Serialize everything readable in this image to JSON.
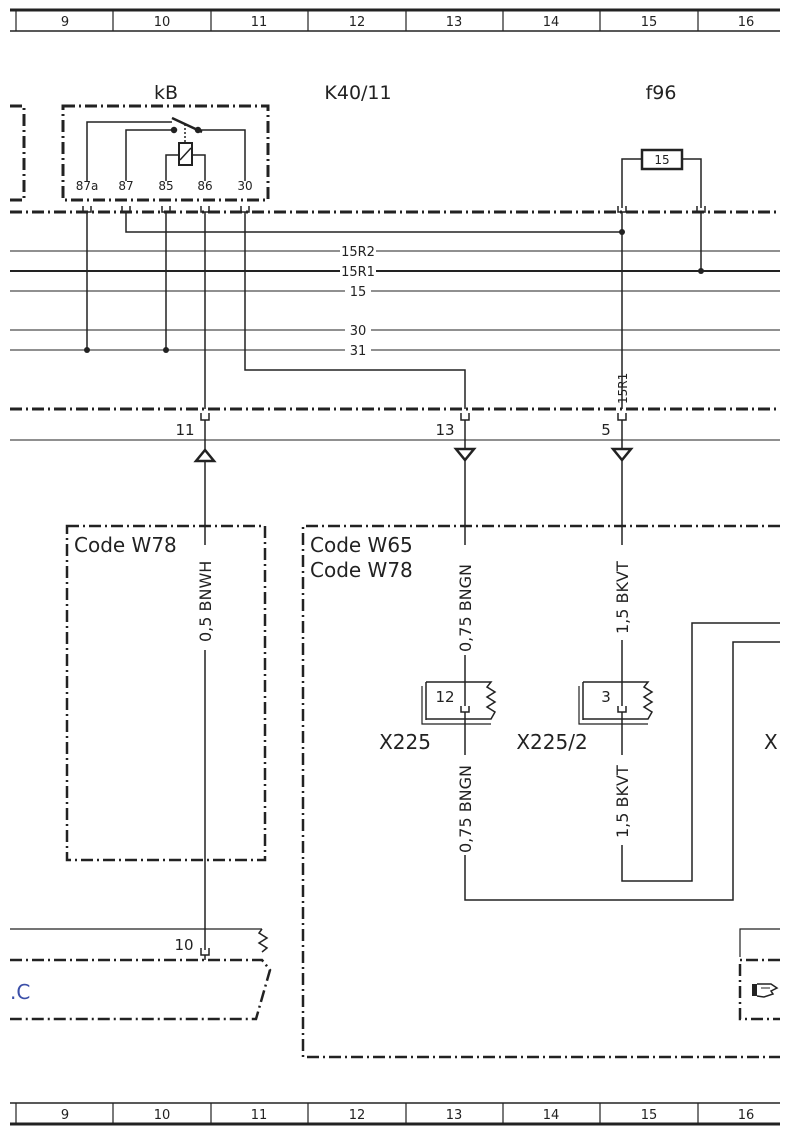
{
  "ruler": {
    "top": [
      "9",
      "10",
      "11",
      "12",
      "13",
      "14",
      "15",
      "16"
    ],
    "bottom": [
      "9",
      "10",
      "11",
      "12",
      "13",
      "14",
      "15",
      "16"
    ]
  },
  "relay": {
    "type_label": "kB",
    "component_id": "K40/11",
    "pins": [
      "87a",
      "87",
      "85",
      "86",
      "30"
    ]
  },
  "fuse": {
    "component_id": "f96",
    "rating": "15"
  },
  "bus_lines": [
    "15R2",
    "15R1",
    "15",
    "30",
    "31"
  ],
  "wire_labels": {
    "fuse_out": "15R1",
    "left_vertical": "0,5 BNWH",
    "mid_upper": "0,75 BNGN",
    "mid_lower": "0,75 BNGN",
    "right_upper": "1,5 BKVT",
    "right_lower": "1,5 BKVT"
  },
  "terminal_numbers": {
    "left": "11",
    "mid": "13",
    "right": "5",
    "bottom_left": "10"
  },
  "code_boxes": {
    "left": "Code W78",
    "right_line1": "Code W65",
    "right_line2": "Code W78"
  },
  "connectors": {
    "x225": {
      "label": "X225",
      "pin": "12"
    },
    "x225_2": {
      "label": "X225/2",
      "pin": "3"
    },
    "partial_label": "X"
  },
  "bottom_left_link": ".C"
}
